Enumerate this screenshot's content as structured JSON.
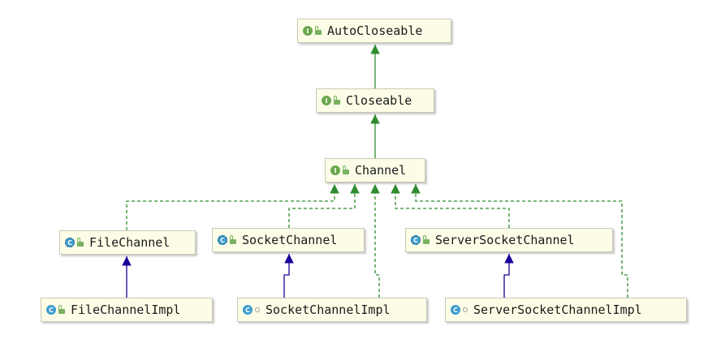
{
  "colors": {
    "extends_edge": "#1a0099",
    "implements_edge": "#2e8b2e",
    "node_fill": "#fdfde7",
    "interface_badge": "#6aa84f",
    "class_badge": "#3d9ccf"
  },
  "nodes": [
    {
      "id": "autocloseable",
      "label": "AutoCloseable",
      "kind": "interface",
      "kind_icon": "interface-icon",
      "kind_letter": "I",
      "visibility": "public"
    },
    {
      "id": "closeable",
      "label": "Closeable",
      "kind": "interface",
      "kind_icon": "interface-icon",
      "kind_letter": "I",
      "visibility": "public"
    },
    {
      "id": "channel",
      "label": "Channel",
      "kind": "interface",
      "kind_icon": "interface-icon",
      "kind_letter": "I",
      "visibility": "public"
    },
    {
      "id": "filechannel",
      "label": "FileChannel",
      "kind": "abstract",
      "kind_icon": "abstract-class-icon",
      "kind_letter": "C",
      "visibility": "public"
    },
    {
      "id": "socketchannel",
      "label": "SocketChannel",
      "kind": "abstract",
      "kind_icon": "abstract-class-icon",
      "kind_letter": "C",
      "visibility": "public"
    },
    {
      "id": "serversocketchannel",
      "label": "ServerSocketChannel",
      "kind": "abstract",
      "kind_icon": "abstract-class-icon",
      "kind_letter": "C",
      "visibility": "public"
    },
    {
      "id": "filechannelimpl",
      "label": "FileChannelImpl",
      "kind": "class",
      "kind_icon": "class-icon",
      "kind_letter": "C",
      "visibility": "public"
    },
    {
      "id": "socketchannelimpl",
      "label": "SocketChannelImpl",
      "kind": "class",
      "kind_icon": "class-icon",
      "kind_letter": "C",
      "visibility": "package"
    },
    {
      "id": "serversocketchannelimpl",
      "label": "ServerSocketChannelImpl",
      "kind": "class",
      "kind_icon": "class-icon",
      "kind_letter": "C",
      "visibility": "package"
    }
  ],
  "edges": [
    {
      "from": "closeable",
      "to": "autocloseable",
      "type": "extends-interface"
    },
    {
      "from": "channel",
      "to": "closeable",
      "type": "extends-interface"
    },
    {
      "from": "filechannel",
      "to": "channel",
      "type": "implements"
    },
    {
      "from": "socketchannel",
      "to": "channel",
      "type": "implements"
    },
    {
      "from": "socketchannelimpl",
      "to": "channel",
      "type": "implements"
    },
    {
      "from": "serversocketchannel",
      "to": "channel",
      "type": "implements"
    },
    {
      "from": "serversocketchannelimpl",
      "to": "channel",
      "type": "implements"
    },
    {
      "from": "filechannelimpl",
      "to": "filechannel",
      "type": "extends-class"
    },
    {
      "from": "socketchannelimpl",
      "to": "socketchannel",
      "type": "extends-class"
    },
    {
      "from": "serversocketchannelimpl",
      "to": "serversocketchannel",
      "type": "extends-class"
    }
  ]
}
